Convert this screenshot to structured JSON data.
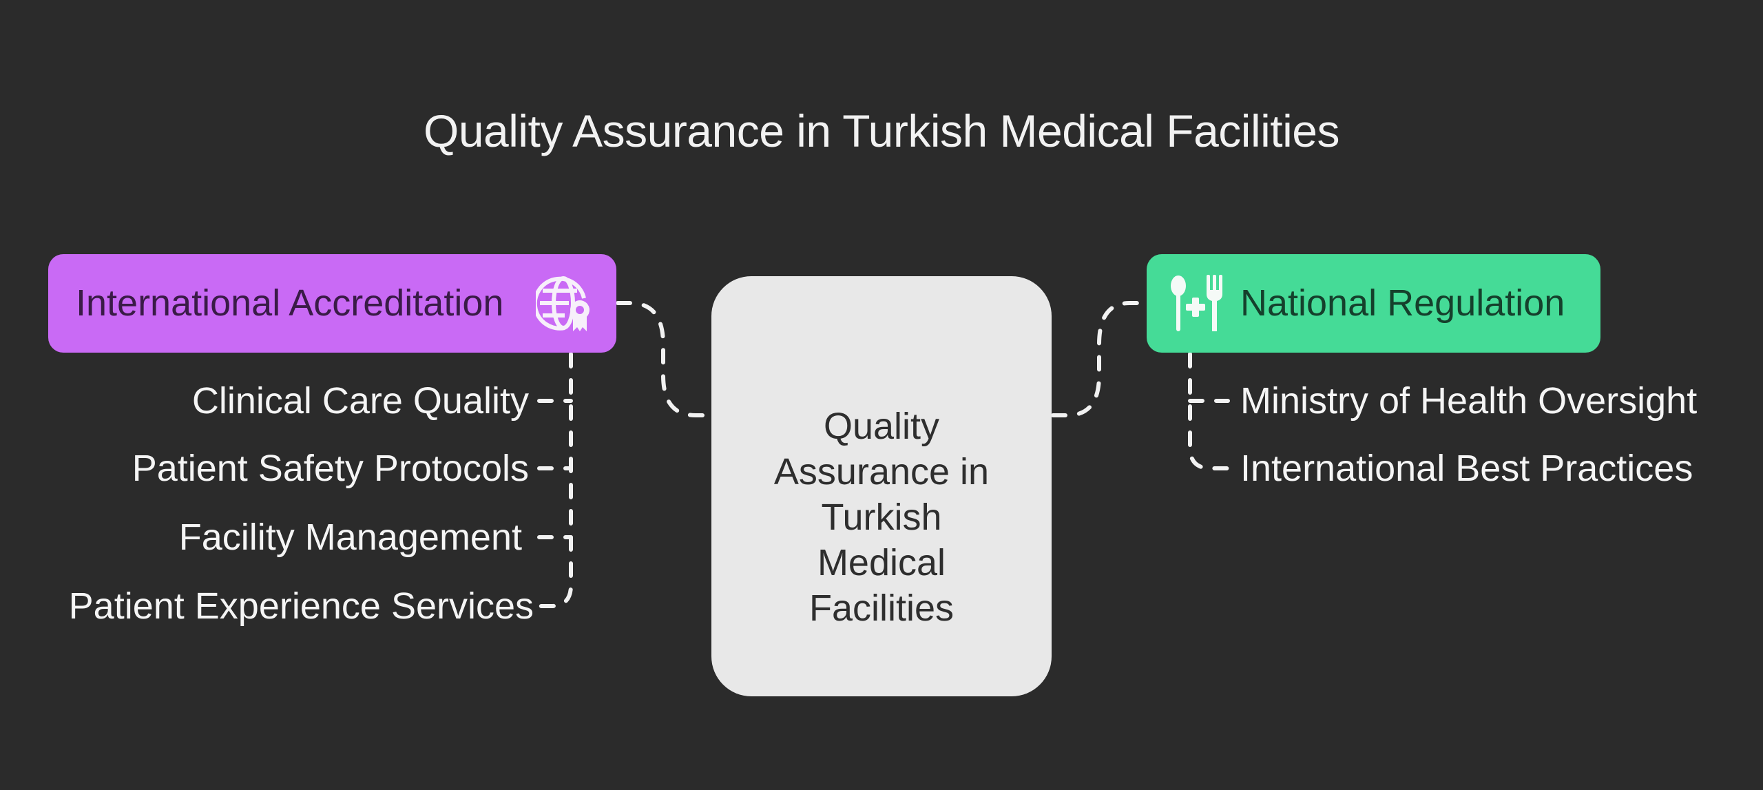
{
  "title": "Quality Assurance in Turkish Medical Facilities",
  "center_node": {
    "label": "Quality Assurance in Turkish Medical Facilities",
    "color": "#e8e8e8"
  },
  "branches": [
    {
      "label": "International Accreditation",
      "icon": "globe-certificate-icon",
      "color": "#c96af5",
      "items": [
        "Clinical Care Quality",
        "Patient Safety Protocols",
        "Facility Management",
        "Patient Experience Services"
      ]
    },
    {
      "label": "National Regulation",
      "icon": "spoon-fork-medical-cross-icon",
      "color": "#45db97",
      "items": [
        "Ministry of Health Oversight",
        "International Best Practices"
      ]
    }
  ],
  "background": "#2b2b2b"
}
